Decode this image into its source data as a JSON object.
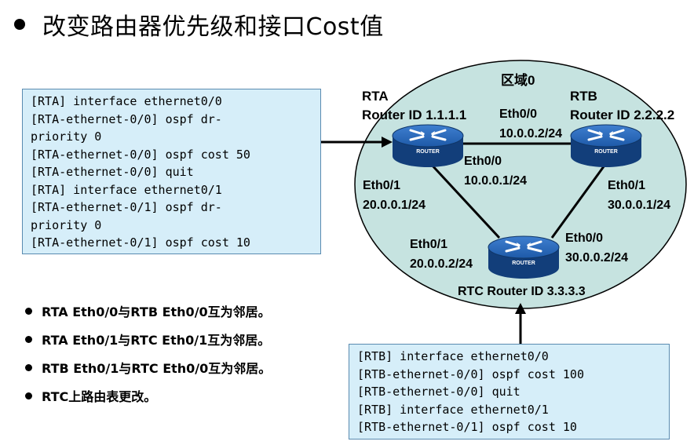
{
  "title": "改变路由器优先级和接口Cost值",
  "rta_config": [
    "[RTA] interface ethernet0/0",
    "[RTA-ethernet-0/0] ospf dr-",
    "priority 0",
    "[RTA-ethernet-0/0] ospf cost 50",
    "[RTA-ethernet-0/0] quit",
    "[RTA] interface ethernet0/1",
    "[RTA-ethernet-0/1] ospf dr-",
    "priority 0",
    "[RTA-ethernet-0/1] ospf cost 10"
  ],
  "rtb_config": [
    "[RTB] interface ethernet0/0",
    "[RTB-ethernet-0/0] ospf cost 100",
    "[RTB-ethernet-0/0] quit",
    "[RTB] interface ethernet0/1",
    "[RTB-ethernet-0/1] ospf cost 10"
  ],
  "bullets": [
    "RTA Eth0/0与RTB Eth0/0互为邻居。",
    "RTA Eth0/1与RTC Eth0/1互为邻居。",
    "RTB Eth0/1与RTC Eth0/0互为邻居。",
    "RTC上路由表更改。"
  ],
  "diagram": {
    "area_label": "区域0",
    "router_icon_text": "ROUTER",
    "rta": {
      "name": "RTA",
      "router_id": "Router ID 1.1.1.1",
      "eth00": "Eth0/0",
      "eth00_ip": "10.0.0.1/24",
      "eth01": "Eth0/1",
      "eth01_ip": "20.0.0.1/24"
    },
    "rtb": {
      "name": "RTB",
      "router_id": "Router ID 2.2.2.2",
      "eth00": "Eth0/0",
      "eth00_ip": "10.0.0.2/24",
      "eth01": "Eth0/1",
      "eth01_ip": "30.0.0.1/24"
    },
    "rtc": {
      "router_id_label": "RTC Router ID 3.3.3.3",
      "eth01": "Eth0/1",
      "eth01_ip": "20.0.0.2/24",
      "eth00": "Eth0/0",
      "eth00_ip": "30.0.0.2/24"
    }
  },
  "colors": {
    "area_fill": "#c6e3e0",
    "router_blue": "#1e5aa8",
    "router_dark": "#123e7a",
    "code_bg": "#d6eef9"
  }
}
